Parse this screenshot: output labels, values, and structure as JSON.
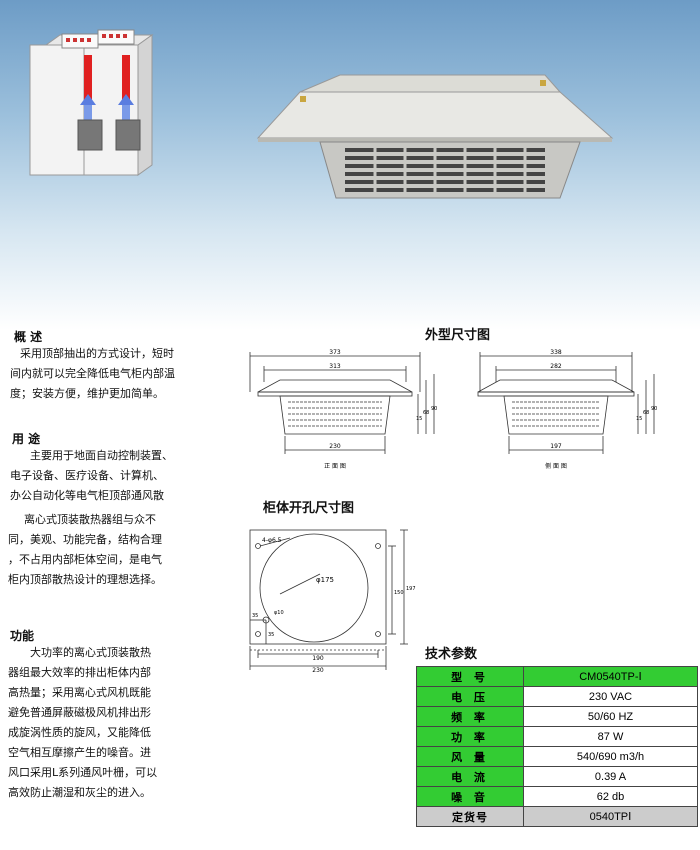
{
  "overview": {
    "title": "概 述",
    "lines": [
      "采用顶部抽出的方式设计，短时",
      "间内就可以完全降低电气柜内部温",
      "度；安装方便，维护更加简单。"
    ]
  },
  "usage": {
    "title": "用 途",
    "lines": [
      "主要用于地面自动控制装置、",
      "电子设备、医疗设备、计算机、",
      "办公自动化等电气柜顶部通风散"
    ]
  },
  "description": {
    "lines": [
      "离心式顶装散热器组与众不",
      "同，美观、功能完备，结构合理",
      "，不占用内部柜体空间，是电气",
      "柜内顶部散热设计的理想选择。"
    ]
  },
  "function": {
    "title": "功能",
    "lines": [
      "大功率的离心式顶装散热",
      "器组最大效率的排出柜体内部",
      "高热量；采用离心式风机既能",
      "避免普通屏蔽磁极风机排出形",
      "成旋涡性质的旋风，又能降低",
      "空气相互摩擦产生的噪音。进",
      "风口采用L系列通风叶栅，可以",
      "高效防止潮湿和灰尘的进入。"
    ]
  },
  "outline_drawing": {
    "title": "外型尺寸图",
    "front": {
      "caption": "正 面 图",
      "width_top": "373",
      "width_mid": "313",
      "width_bottom": "230",
      "h1": "15",
      "h2": "68",
      "h3": "90"
    },
    "side": {
      "caption": "侧 面 图",
      "width_top": "338",
      "width_mid": "282",
      "width_bottom": "197",
      "h1": "15",
      "h2": "68",
      "h3": "90"
    }
  },
  "cutout_drawing": {
    "title": "柜体开孔尺寸图",
    "hole_label": "4-φ6.5",
    "circle_label": "φ175",
    "small_hole_label": "φ10",
    "dim_35_h": "35",
    "dim_35_v": "35",
    "dim_190": "190",
    "dim_230": "230",
    "dim_150": "150",
    "dim_197": "197"
  },
  "specs": {
    "title": "技术参数",
    "rows": [
      {
        "key": "型 号",
        "value": "CM0540TP-Ⅰ"
      },
      {
        "key": "电 压",
        "value": "230  VAC"
      },
      {
        "key": "频 率",
        "value": "50/60  HZ"
      },
      {
        "key": "功 率",
        "value": "87    W"
      },
      {
        "key": "风 量",
        "value": "540/690  m3/h"
      },
      {
        "key": "电 流",
        "value": "0.39   A"
      },
      {
        "key": "噪 音",
        "value": "62    db"
      },
      {
        "key": "定货号",
        "value": "0540TPⅠ"
      }
    ]
  }
}
